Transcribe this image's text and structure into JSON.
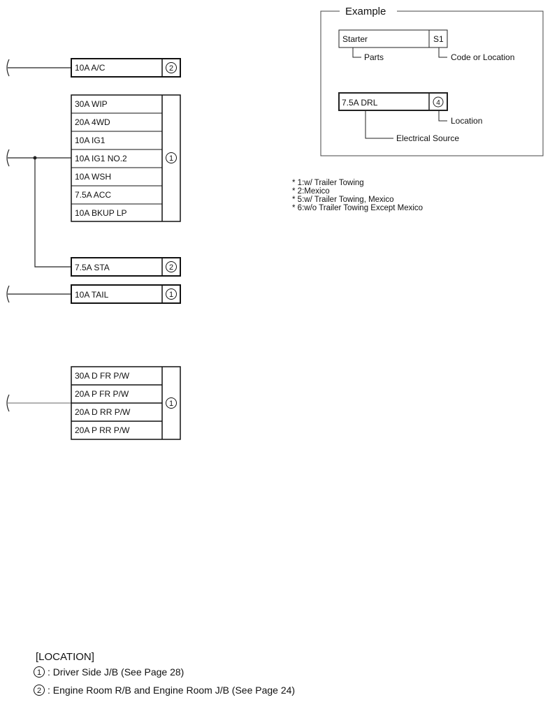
{
  "example": {
    "title": "Example",
    "part_name": "Starter",
    "part_code": "S1",
    "label_parts": "Parts",
    "label_code": "Code or Location",
    "source_name": "7.5A DRL",
    "source_loc": "4",
    "label_location": "Location",
    "label_source": "Electrical Source"
  },
  "notes": [
    "* 1:w/ Trailer Towing",
    "* 2:Mexico",
    "* 5:w/ Trailer Towing, Mexico",
    "* 6:w/o Trailer Towing Except Mexico"
  ],
  "fuses": {
    "ac": {
      "label": "10A A/C",
      "loc": "2"
    },
    "group1": {
      "items": [
        "30A WIP",
        "20A 4WD",
        "10A IG1",
        "10A IG1 NO.2",
        "10A WSH",
        "7.5A ACC",
        "10A BKUP LP"
      ],
      "loc": "1"
    },
    "sta": {
      "label": "7.5A STA",
      "loc": "2"
    },
    "tail": {
      "label": "10A TAIL",
      "loc": "1"
    },
    "group2": {
      "items": [
        "30A D FR P/W",
        "20A P FR P/W",
        "20A D RR P/W",
        "20A P RR P/W"
      ],
      "loc": "1"
    }
  },
  "location": {
    "title": "[LOCATION]",
    "items": [
      {
        "num": "1",
        "text": ": Driver Side J/B (See Page 28)"
      },
      {
        "num": "2",
        "text": ": Engine Room R/B and Engine Room J/B (See Page 24)"
      }
    ]
  }
}
